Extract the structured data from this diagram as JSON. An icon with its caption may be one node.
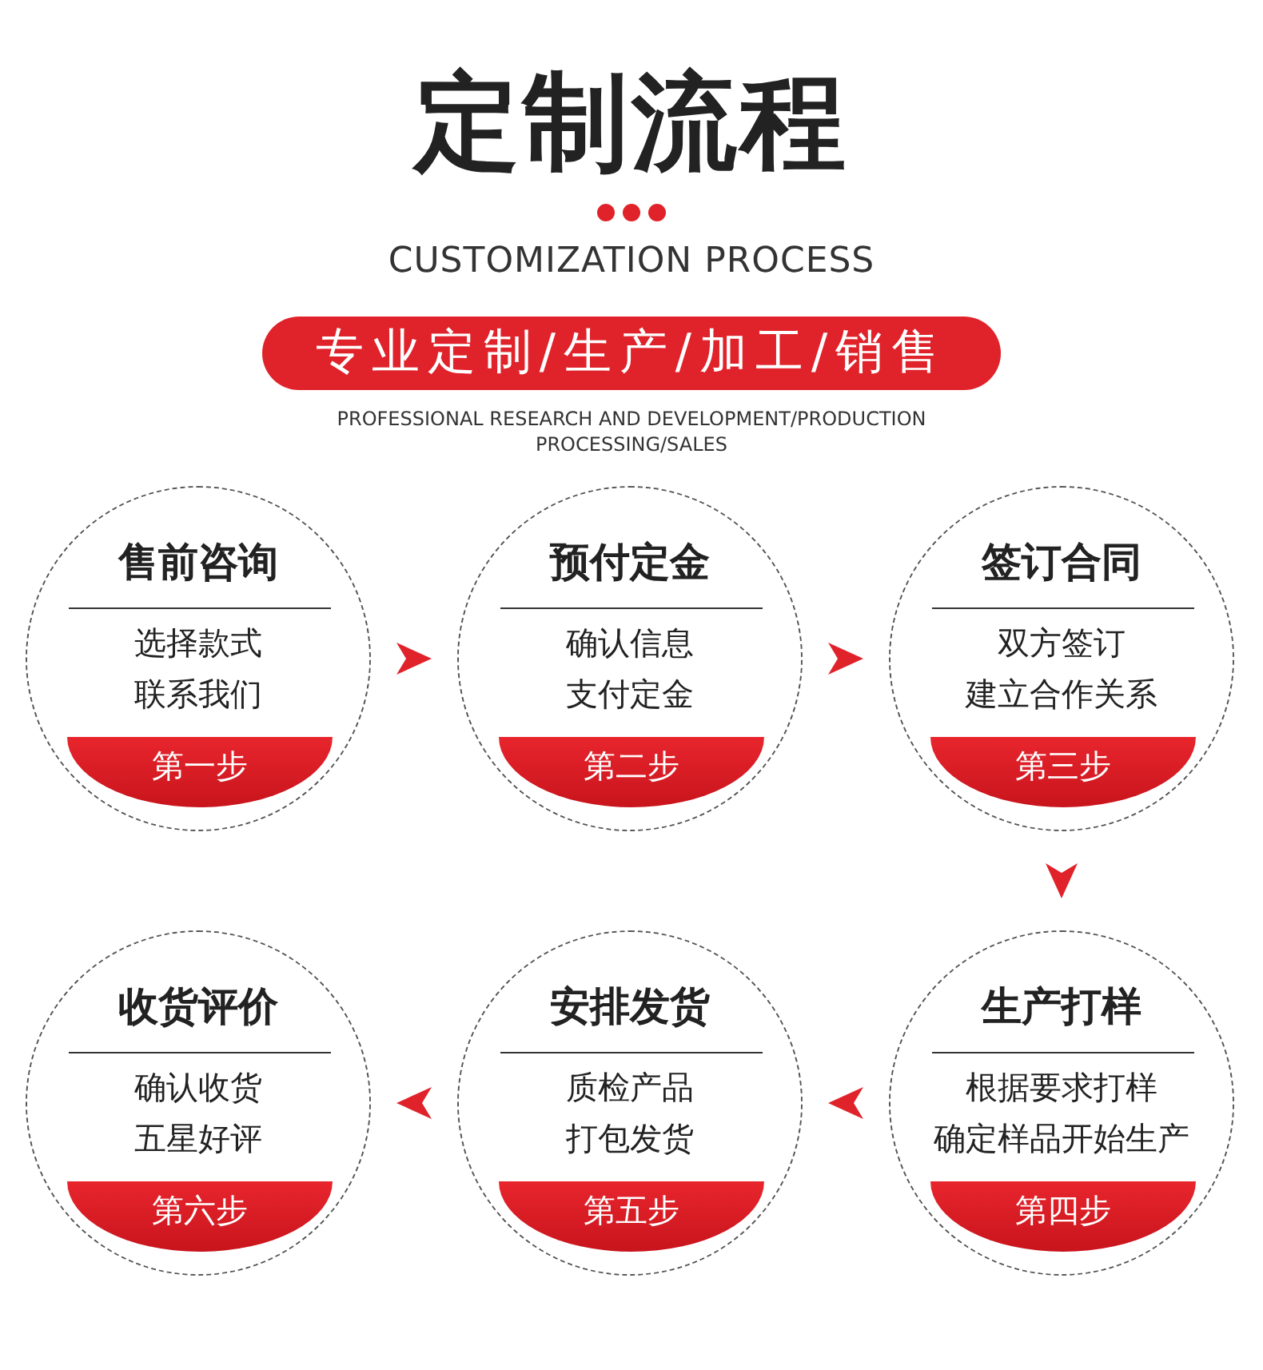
{
  "diagram": {
    "title": "定制流程",
    "nodes": [
      {
        "text": [
          "专业定制/生产/加工/销售"
        ]
      },
      {
        "text": [
          "售前咨询",
          "选择款式",
          "联系我们",
          "第一步"
        ]
      },
      {
        "text": [
          "预付定金",
          "确认信息",
          "支付定金",
          "第二步"
        ]
      },
      {
        "text": [
          "签订合同",
          "双方签订",
          "建立合作关系",
          "第三步"
        ]
      },
      {
        "text": [
          "收货评价",
          "确认收货",
          "五星好评",
          "第六步"
        ]
      },
      {
        "text": [
          "安排发货",
          "质检产品",
          "打包发货",
          "第五步"
        ]
      },
      {
        "text": [
          "生产打样",
          "根据要求打样",
          "确定样品开始生产",
          "第四步"
        ]
      }
    ],
    "edges": [
      {
        "from": 1,
        "to": 2,
        "arrow": "to"
      },
      {
        "from": 2,
        "to": 3,
        "arrow": "to"
      },
      {
        "from": 3,
        "to": 6,
        "arrow": "to"
      },
      {
        "from": 6,
        "to": 5,
        "arrow": "to"
      },
      {
        "from": 5,
        "to": 4,
        "arrow": "to"
      }
    ],
    "labels": [
      "CUSTOMIZATION PROCESS",
      "PROFESSIONAL RESEARCH AND DEVELOPMENT/PRODUCTION PROCESSING/SALES"
    ]
  }
}
